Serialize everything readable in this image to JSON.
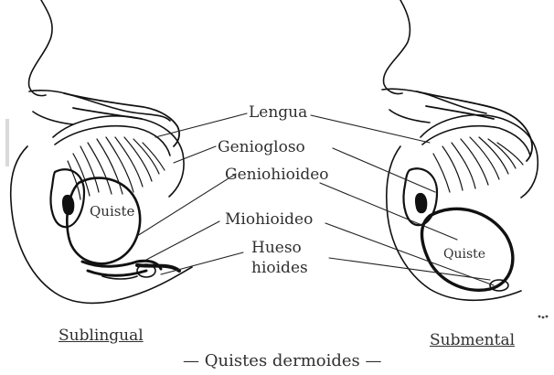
{
  "labels": {
    "lengua": "Lengua",
    "geniogloso": "Geniogloso",
    "geniohioideo": "Geniohioideo",
    "miohioideo": "Miohioideo",
    "hueso": "Hueso",
    "hioides": "hioides",
    "quiste_left": "Quiste",
    "quiste_right": "Quiste"
  },
  "captions": {
    "left": "Sublingual",
    "right": "Submental",
    "bottom": "— Quistes dermoides —"
  }
}
